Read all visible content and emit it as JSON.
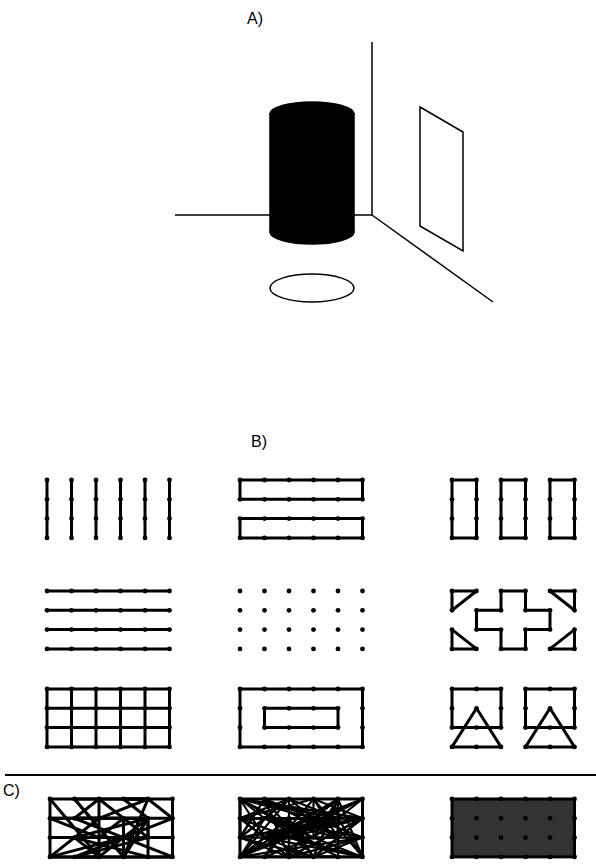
{
  "diagram": {
    "labels": [
      "A)",
      "B)",
      "C)"
    ]
  }
}
